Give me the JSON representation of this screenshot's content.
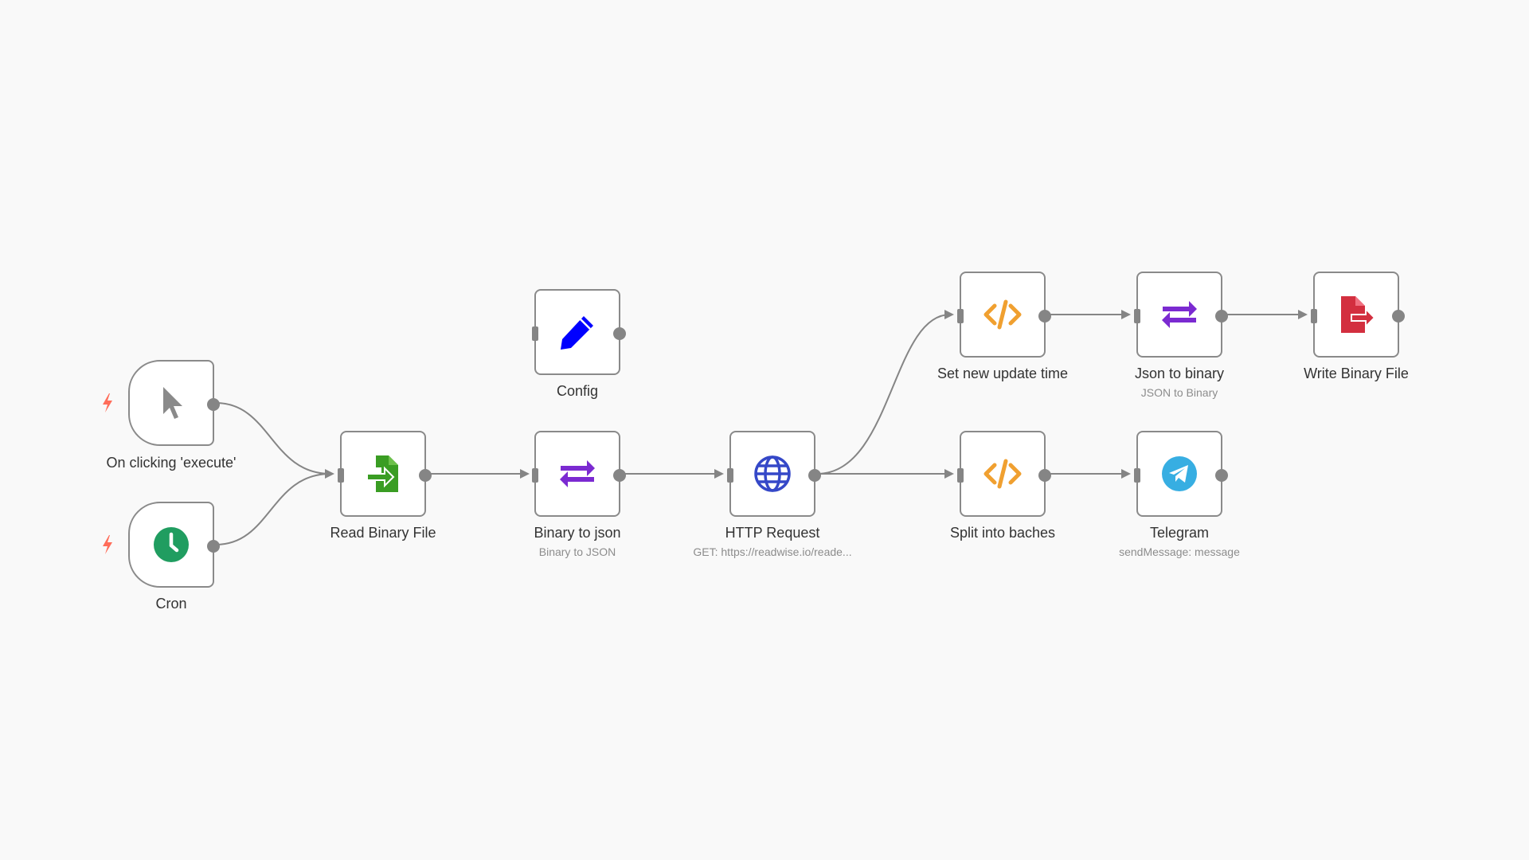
{
  "canvas": {
    "background": "#f9f9f9"
  },
  "colors": {
    "border": "#8a8a8a",
    "handle": "#858585",
    "edge": "#858585",
    "trigger_bolt": "#ff6d5a",
    "read_file_green": "#3a9d23",
    "transform_purple": "#7b2ad1",
    "config_blue": "#0000ff",
    "http_blue": "#3548c8",
    "code_orange": "#f0a030",
    "write_file_red": "#d32f3f",
    "telegram_blue": "#37aee2",
    "cron_green": "#209d60"
  },
  "nodes": {
    "manual_trigger": {
      "label": "On clicking 'execute'",
      "icon": "cursor-icon"
    },
    "cron": {
      "label": "Cron",
      "icon": "clock-icon"
    },
    "read_binary_file": {
      "label": "Read Binary File",
      "icon": "file-import-icon"
    },
    "config": {
      "label": "Config",
      "icon": "pencil-icon"
    },
    "binary_to_json": {
      "label": "Binary to json",
      "subtitle": "Binary to JSON",
      "icon": "swap-arrows-icon"
    },
    "http_request": {
      "label": "HTTP Request",
      "subtitle": "GET: https://readwise.io/reade...",
      "icon": "globe-icon"
    },
    "set_new_update_time": {
      "label": "Set new update time",
      "icon": "code-icon"
    },
    "json_to_binary": {
      "label": "Json to binary",
      "subtitle": "JSON to Binary",
      "icon": "swap-arrows-icon"
    },
    "write_binary_file": {
      "label": "Write Binary File",
      "icon": "file-export-icon"
    },
    "split_into_baches": {
      "label": "Split into baches",
      "icon": "code-icon"
    },
    "telegram": {
      "label": "Telegram",
      "subtitle": "sendMessage: message",
      "icon": "telegram-icon"
    }
  }
}
